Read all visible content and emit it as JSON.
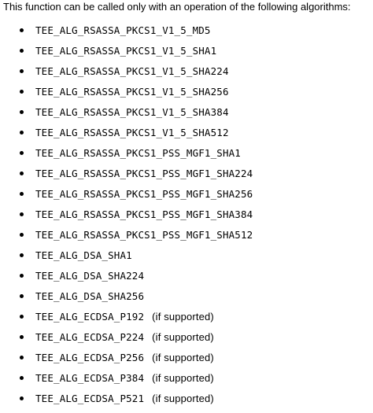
{
  "intro_text": "This function can be called only with an operation of the following algorithms:",
  "algorithms": [
    {
      "name": "TEE_ALG_RSASSA_PKCS1_V1_5_MD5",
      "note": ""
    },
    {
      "name": "TEE_ALG_RSASSA_PKCS1_V1_5_SHA1",
      "note": ""
    },
    {
      "name": "TEE_ALG_RSASSA_PKCS1_V1_5_SHA224",
      "note": ""
    },
    {
      "name": "TEE_ALG_RSASSA_PKCS1_V1_5_SHA256",
      "note": ""
    },
    {
      "name": "TEE_ALG_RSASSA_PKCS1_V1_5_SHA384",
      "note": ""
    },
    {
      "name": "TEE_ALG_RSASSA_PKCS1_V1_5_SHA512",
      "note": ""
    },
    {
      "name": "TEE_ALG_RSASSA_PKCS1_PSS_MGF1_SHA1",
      "note": ""
    },
    {
      "name": "TEE_ALG_RSASSA_PKCS1_PSS_MGF1_SHA224",
      "note": ""
    },
    {
      "name": "TEE_ALG_RSASSA_PKCS1_PSS_MGF1_SHA256",
      "note": ""
    },
    {
      "name": "TEE_ALG_RSASSA_PKCS1_PSS_MGF1_SHA384",
      "note": ""
    },
    {
      "name": "TEE_ALG_RSASSA_PKCS1_PSS_MGF1_SHA512",
      "note": ""
    },
    {
      "name": "TEE_ALG_DSA_SHA1",
      "note": ""
    },
    {
      "name": "TEE_ALG_DSA_SHA224",
      "note": ""
    },
    {
      "name": "TEE_ALG_DSA_SHA256",
      "note": ""
    },
    {
      "name": "TEE_ALG_ECDSA_P192",
      "note": "(if supported)"
    },
    {
      "name": "TEE_ALG_ECDSA_P224",
      "note": "(if supported)"
    },
    {
      "name": "TEE_ALG_ECDSA_P256",
      "note": "(if supported)"
    },
    {
      "name": "TEE_ALG_ECDSA_P384",
      "note": "(if supported)"
    },
    {
      "name": "TEE_ALG_ECDSA_P521",
      "note": "(if supported)"
    }
  ]
}
